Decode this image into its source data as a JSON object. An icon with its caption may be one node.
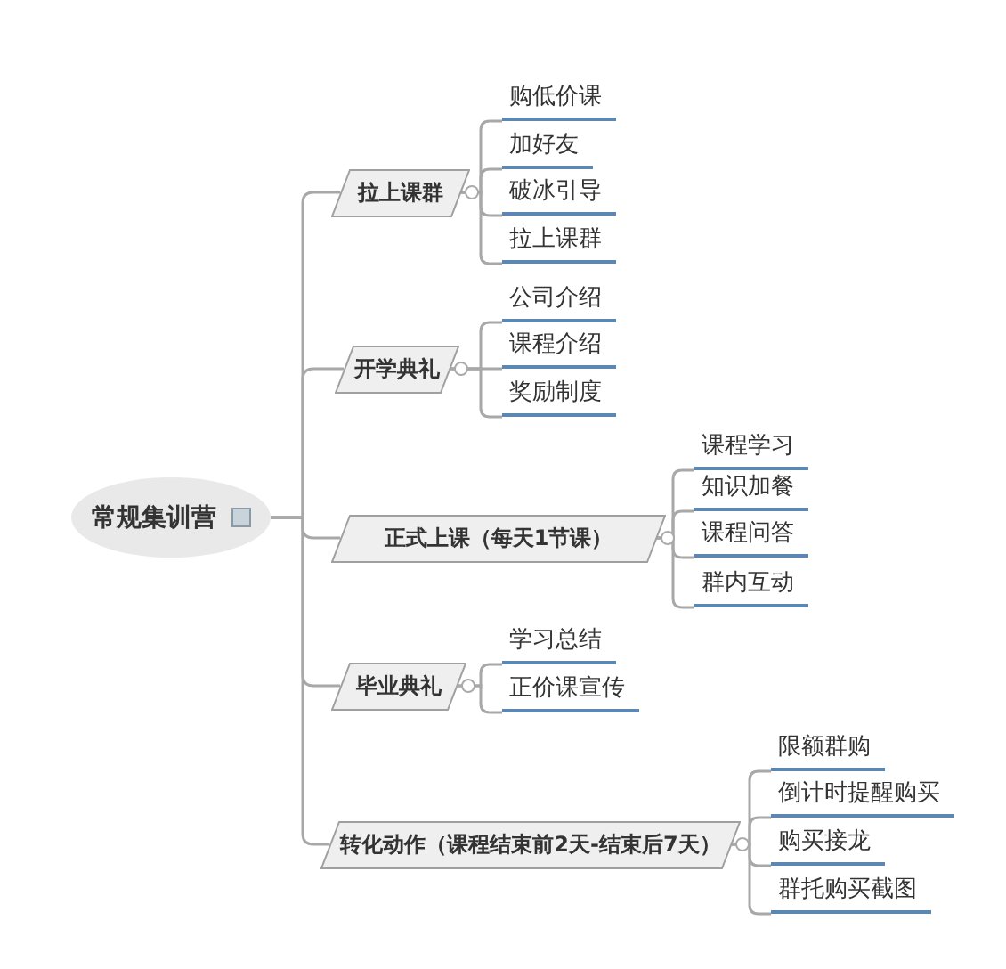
{
  "diagram": {
    "nodes": [
      {
        "text": [
          "常规集训营"
        ]
      },
      {
        "text": [
          "拉上课群"
        ]
      },
      {
        "text": [
          "购低价课"
        ]
      },
      {
        "text": [
          "加好友"
        ]
      },
      {
        "text": [
          "破冰引导"
        ]
      },
      {
        "text": [
          "拉上课群"
        ]
      },
      {
        "text": [
          "开学典礼"
        ]
      },
      {
        "text": [
          "公司介绍"
        ]
      },
      {
        "text": [
          "课程介绍"
        ]
      },
      {
        "text": [
          "奖励制度"
        ]
      },
      {
        "text": [
          "正式上课（每天1节课）"
        ]
      },
      {
        "text": [
          "课程学习"
        ]
      },
      {
        "text": [
          "知识加餐"
        ]
      },
      {
        "text": [
          "课程问答"
        ]
      },
      {
        "text": [
          "群内互动"
        ]
      },
      {
        "text": [
          "毕业典礼"
        ]
      },
      {
        "text": [
          "学习总结"
        ]
      },
      {
        "text": [
          "正价课宣传"
        ]
      },
      {
        "text": [
          "转化动作（课程结束前2天-结束后7天）"
        ]
      },
      {
        "text": [
          "限额群购"
        ]
      },
      {
        "text": [
          "倒计时提醒购买"
        ]
      },
      {
        "text": [
          "购买接龙"
        ]
      },
      {
        "text": [
          "群托购买截图"
        ]
      }
    ],
    "edges": [
      {
        "from": 0,
        "to": 1,
        "arrow": "none"
      },
      {
        "from": 0,
        "to": 6,
        "arrow": "none"
      },
      {
        "from": 0,
        "to": 10,
        "arrow": "none"
      },
      {
        "from": 0,
        "to": 15,
        "arrow": "none"
      },
      {
        "from": 0,
        "to": 18,
        "arrow": "none"
      },
      {
        "from": 1,
        "to": 2,
        "arrow": "none"
      },
      {
        "from": 1,
        "to": 3,
        "arrow": "none"
      },
      {
        "from": 1,
        "to": 4,
        "arrow": "none"
      },
      {
        "from": 1,
        "to": 5,
        "arrow": "none"
      },
      {
        "from": 6,
        "to": 7,
        "arrow": "none"
      },
      {
        "from": 6,
        "to": 8,
        "arrow": "none"
      },
      {
        "from": 6,
        "to": 9,
        "arrow": "none"
      },
      {
        "from": 10,
        "to": 11,
        "arrow": "none"
      },
      {
        "from": 10,
        "to": 12,
        "arrow": "none"
      },
      {
        "from": 10,
        "to": 13,
        "arrow": "none"
      },
      {
        "from": 10,
        "to": 14,
        "arrow": "none"
      },
      {
        "from": 15,
        "to": 16,
        "arrow": "none"
      },
      {
        "from": 15,
        "to": 17,
        "arrow": "none"
      },
      {
        "from": 18,
        "to": 19,
        "arrow": "none"
      },
      {
        "from": 18,
        "to": 20,
        "arrow": "none"
      },
      {
        "from": 18,
        "to": 21,
        "arrow": "none"
      },
      {
        "from": 18,
        "to": 22,
        "arrow": "none"
      }
    ]
  }
}
